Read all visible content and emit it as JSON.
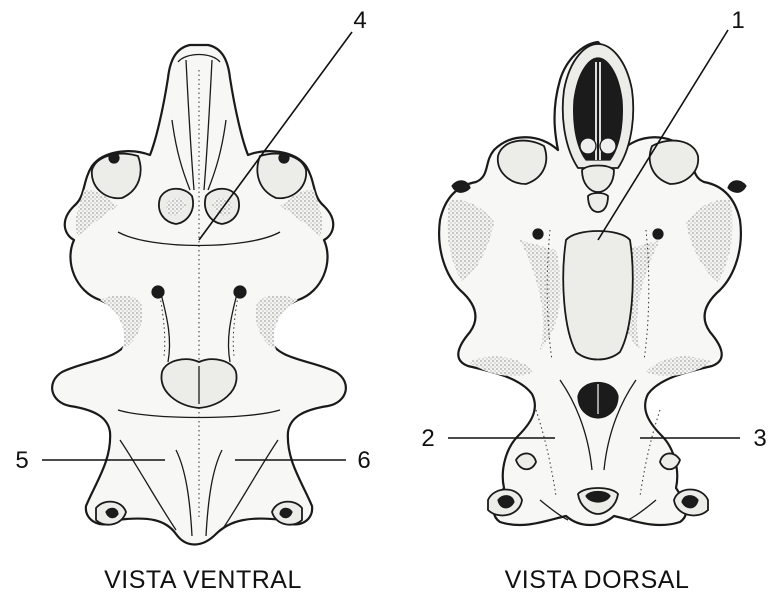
{
  "figure": {
    "views": [
      {
        "id": "ventral",
        "caption": "VISTA VENTRAL"
      },
      {
        "id": "dorsal",
        "caption": "VISTA DORSAL"
      }
    ],
    "labels": {
      "l1": "1",
      "l2": "2",
      "l3": "3",
      "l4": "4",
      "l5": "5",
      "l6": "6"
    },
    "colors": {
      "ink": "#1a1a1a",
      "paper": "#ffffff",
      "bone": "#f7f7f5"
    }
  }
}
